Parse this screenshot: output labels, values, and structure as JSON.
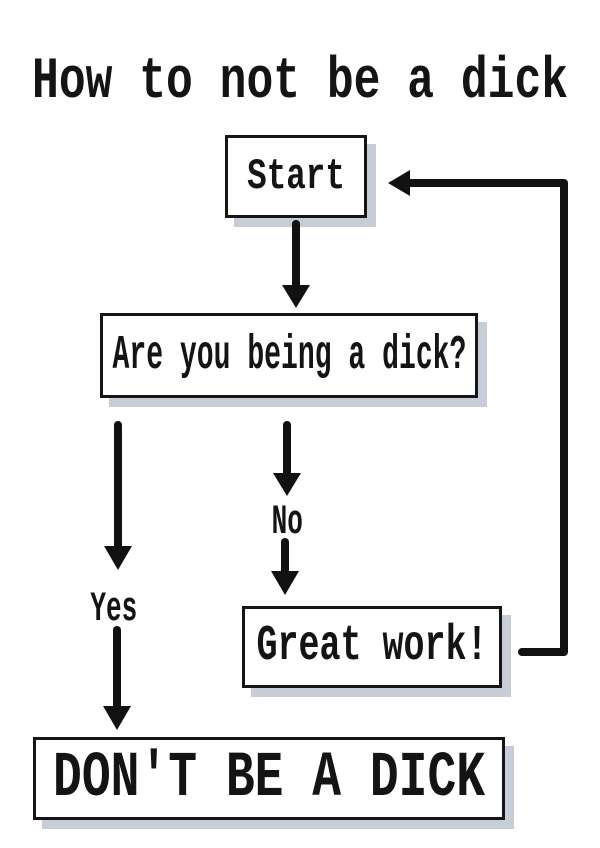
{
  "title": "How to not be a dick",
  "nodes": {
    "start": {
      "label": "Start"
    },
    "question": {
      "label": "Are you being a dick?"
    },
    "great_work": {
      "label": "Great work!"
    },
    "dont": {
      "label": "DON'T BE A DICK"
    }
  },
  "branch_labels": {
    "yes": "Yes",
    "no": "No"
  },
  "edges": [
    {
      "from": "start",
      "to": "question",
      "label": ""
    },
    {
      "from": "question",
      "to": "dont",
      "label": "Yes"
    },
    {
      "from": "question",
      "to": "great_work",
      "label": "No"
    },
    {
      "from": "great_work",
      "to": "start",
      "label": ""
    }
  ],
  "colors": {
    "background": "#ffffff",
    "ink": "#111111",
    "box_border": "#151515",
    "box_shadow": "#c7cdd7"
  }
}
